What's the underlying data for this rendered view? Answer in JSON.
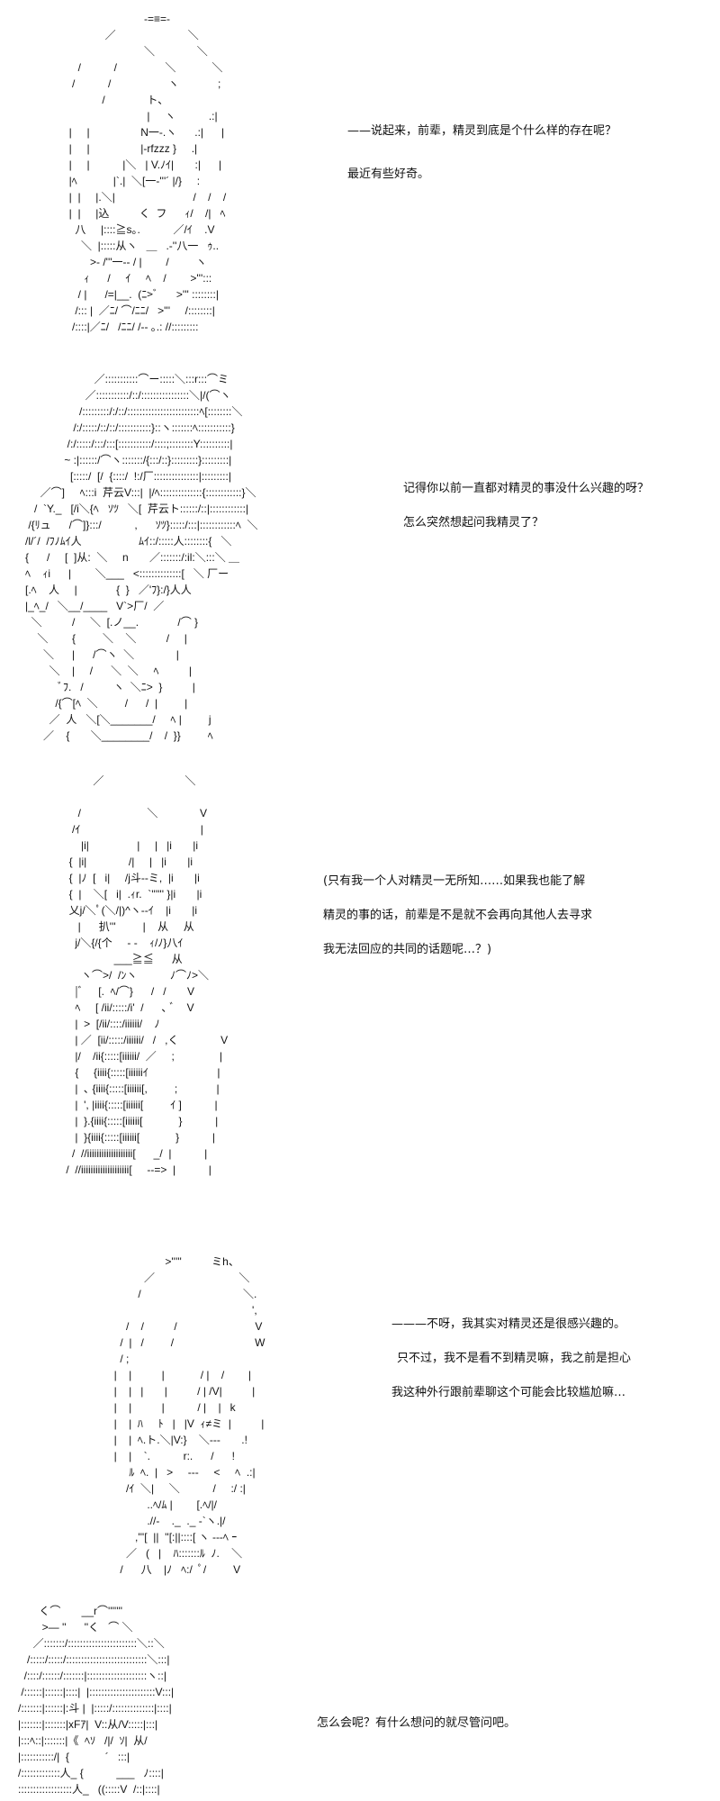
{
  "panels": [
    {
      "art": [
        "                              -=≡=-",
        "                 ／                        ＼",
        "                              ＼              ＼",
        "        /           /                ＼            ＼",
        "      /           /                   ヽ             ;",
        "                /              ト、",
        "                               |     ヽ           .:|",
        "     |     |                 N一-.ヽ      .:|      |",
        "     |     |                 |-rfzzz }     .|",
        "     |     |           |＼   | V.ﾉｲ|       :|      |",
        "     |ﾍ            |`.|  ＼[一‐'''´ |/}     :",
        "     |  |     |.＼|                          /    /    /",
        "     |  |     |込          く  フ      ｨ/    /|   ﾍ",
        "       八     |::::≧s｡.           ／/ｲ    .V",
        "         ＼  |:::::从ヽ   ＿   .-''八一   ｩ..",
        "            >- /'''一-- / |        /         ヽ",
        "          ｨ      /     ｲ     ﾍ    /        >''':::",
        "        / |      /=|__.  (ﾆ>ﾞ      >''' ::::::::|",
        "       /::: |  ／ﾆ/ ⌒/ﾆﾆ/   >'''     /::::::::|",
        "      /::::|／ﾆ/   /ﾆﾆ/ /-- ｡.: //:::::::::"
      ],
      "lines": [
        "——说起来，前辈，精灵到底是个什么样的存在呢？",
        "最近有些好奇。"
      ]
    },
    {
      "art": [
        "                          ／:::::::::::⌒ー:::::＼:::r:::⌒ミ",
        "                       ／:::::::::::/::/::::::::::::::::＼|/(⌒ヽ",
        "                     /:::::::::/:/::/::::::::::::::::::::::::ﾍ[::::::::＼",
        "                   /:/:::::/::/::/:::::::::::}::ヽ:::::::ﾍ:::::::::::}",
        "                 /:/:::::/:::/:::[:::::::::::/::::;::::::::Y::::::::::|",
        "                ~ :|::::::/⌒ヽ:::::::/{:::/::}:::::::::}:::::::::|",
        "                  [:::::/  [/  {::::/  !:/厂:::::::::::::::|:::::::::|",
        "        ／⌒]     ﾍ:::i  芹云V:::|  |/ﾍ::::::::::::::{::::::::::::}＼",
        "      /  `Y._   [/i＼{ﾍ   ｿﾂ   ＼[  芹云ト::::::/::|::::::::::::|",
        "    /{ﾘュ      /⌒]}:::/           ,      ｿﾂ}:::::/:::|::::::::::::ﾍ  ＼",
        "   /l/´/  /ﾌﾉﾑｲ人                   ﾑｲ::/:::::人::::::::{   ＼",
        "   {      /     [  ]从:  ＼     n       ／:::::::/:il:＼:::＼ ＿",
        "   ﾍ    ｨi      |        ＼___   <::::::::::::::[   ＼ 厂ー",
        "   [.ﾍ    人     |             {  }   ／'ﾌ}:/}人人",
        "   |_ﾍ_/   ＼__/____   V`>厂/  ／",
        "     ＼          /     ＼  [.ノ__.             /⌒ }",
        "       ＼        {         ＼    ＼          /     |",
        "         ＼      |      /⌒ヽ  ＼              |",
        "           ＼    |     /      ＼  ＼     ﾍ          |",
        "              ﾞﾌ.   /          ヽ  ＼ﾆ>  }          |",
        "             /{⌒[ﾍ  ＼         /      /  |         |",
        "           ／  人   ＼[＼_______/     ﾍ |         j",
        "         ／    {       ＼________/    /  }}         ﾍ"
      ],
      "lines": [
        "记得你以前一直都对精灵的事没什么兴趣的呀？",
        "怎么突然想起问我精灵了？"
      ]
    },
    {
      "art": [
        "                   ／                           ＼",
        "",
        "              /                      ＼              V",
        "            /ｲ                                        |",
        "               |i|                |     |   |i       |i",
        "           {  |i|              /|     |   |i       |i",
        "           {  |ﾉ  [   i|     /j斗--ミ,  |i       |i",
        "           {  |    ＼[   i|  .ｨr.  `'''''' }|i       |i",
        "           乂j/＼ﾟ(＼/|)^ヽ--ｲ    |i       |i",
        "              |      扒'''         |    从     从",
        "             j/＼{/{个     - -    ｨ/ﾉ}八ｲ",
        "                          ___≧≦      从",
        "               ヽ⌒>/  /ﾝヽ           ﾉ⌒ﾉ>＼",
        "             |ﾞ     [.  ﾍ/⌒}      /   /       V",
        "             ﾍ     [ /ii/:::::/i'  /      ､ ﾞ    V",
        "             |  >  [/ii/::::/iiiiii/    ﾉ",
        "             | ／  [ii/:::::/iiiiii/   /   ,く              V",
        "             |/    /ii{:::::[iiiiii/  ／     ;               |",
        "             {     {iiii{:::::[iiiiiiｲ                       |",
        "             |  ､ {iiii{:::::[iiiiii[,         ;             |",
        "             |  ', |iiii{:::::[iiiiii[         ｲ ]           |",
        "             |  }.{iiii{:::::[iiiiii[            }           |",
        "             |  }{iiii{:::::[iiiiii[            }           |",
        "            /  //iiiiiiiiiiiiiiiiiii[      _/  |           |",
        "          /  //iiiiiiiiiiiiiiiiiiii[     --=>  |           |"
      ],
      "lines": [
        "(只有我一个人对精灵一无所知……如果我也能了解",
        "精灵的事的话，前辈是不是就不会再向其他人去寻求",
        "我无法回应的共同的话题呢…？)"
      ]
    },
    {
      "art": [
        "                         >'''''          ミh、",
        "                  ／                            ＼",
        "                /                                  ＼.",
        "                                                      ',",
        "            /    /          /                          V",
        "          /  |   /         /                           W",
        "          / ;",
        "        |    |          |            / |    /        |",
        "        |    |   |       |          / | /V|          |",
        "        |    |          |           / |    |   k",
        "        |    |  ﾊ     ﾄ   |   |V  ｨ≠ミ  |          |",
        "        |    |  ﾍ.ト.＼|V:}    ＼---       .!",
        "        |    |    `.           r:.      /      !",
        "             ﾙ  ﾍ.  |   >     ---     <     ﾍ  .:|",
        "            /ｲ  ＼|     ＼           /     :/ :|",
        "                   ..ﾍ/ﾑ |        [.ﾍ/|/",
        "                   .//-    ._  ._ -`ヽ.|/",
        "               ,'''[  ||  ''[:||::::[ ヽ ---ﾍ ｰ",
        "            ／   (   |    ﾊ:::::::ﾙ  ﾉ.    ＼",
        "          /      八    |ﾉ   ﾍ:/  ﾟ/         V"
      ],
      "lines": [
        "———不呀，我其实对精灵还是很感兴趣的。",
        "只不过，我不是看不到精灵嘛，我之前是担心",
        "我这种外行跟前辈聊这个可能会比较尴尬嘛…"
      ]
    },
    {
      "art": [
        "             く⌒       __r⌒'''''''",
        "              >― ''      ''く   ⌒ ＼",
        "           ／:::::::/:::::::::::::::::::::::＼::＼",
        "         /:::::/:::::/:::::::::::::::::::::::::::＼:::|",
        "        /::::/::::::/:::::::|::::::::::::::::::::ヽ::|",
        "       /::::::|::::::|::::|  |::::::::::::::::::::::V:::|",
        "      /:::::::|::::::|:斗 |  |:::::/::::::::::::::|::::|",
        "      |:::::::|:::::::|xFｱ|  V::从/V:::::|:::|",
        "      |:::ﾍ::|:::::::|《  ﾍｿ   /|/  ｿ|  从/",
        "      |:::::::::::/|  {            ´   :::|",
        "      /:::::::::::::人_ {           ___   ﾉ::::|",
        "      ::::::::::::::::::人_   ((:::::V  /::|::::|"
      ],
      "lines": [
        "怎么会呢？有什么想问的就尽管问吧。"
      ]
    }
  ]
}
